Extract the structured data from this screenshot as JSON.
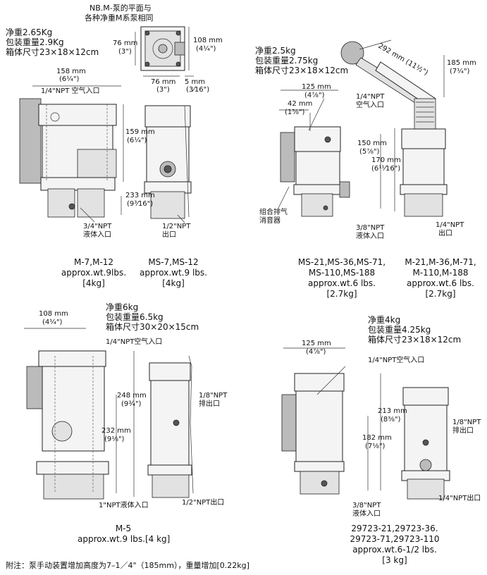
{
  "note_top": {
    "line1": "NB.M-泵的平面与",
    "line2": "各种净重M系泵相同"
  },
  "top_dims": {
    "d108": "108 mm",
    "d108_in": "(4¼\")",
    "d76v": "76 mm",
    "d76v_in": "(3\")",
    "d76h": "76 mm",
    "d76h_in": "(3\")",
    "d5": "5 mm",
    "d5_in": "(3⁄16\")"
  },
  "m7": {
    "weights": [
      "净重2.65Kg",
      "包装重量2.9Kg",
      "箱体尺寸23×18×12cm"
    ],
    "d158": "158 mm",
    "d158_in": "(6¼\")",
    "air": "1/4\"NPT 空气入口",
    "d159": "159 mm",
    "d159_in": "(6¼\")",
    "d233": "233 mm",
    "d233_in": "(9³⁄16\")",
    "liquid": [
      "3/4\"NPT",
      "液体入口"
    ],
    "outlet": [
      "1/2\"NPT",
      "出口"
    ],
    "caption_a": [
      "M-7,M-12",
      "approx.wt.9lbs.",
      "[4kg]"
    ],
    "caption_b": [
      "MS-7,MS-12",
      "approx.wt.9 lbs.",
      "[4kg]"
    ]
  },
  "ms21": {
    "weights": [
      "净重2.5kg",
      "包装重量2.75kg",
      "箱体尺寸23×18×12cm"
    ],
    "d292": "292 mm (11½\")",
    "d185": "185 mm",
    "d185_in": "(7¼\")",
    "d125": "125 mm",
    "d125_in": "(4⅞\")",
    "d42": "42 mm",
    "d42_in": "(1⅝\")",
    "air": [
      "1/4\"NPT",
      "空气入口"
    ],
    "d150": "150 mm",
    "d150_in": "(5⅞\")",
    "d170": "170 mm",
    "d170_in": "(6¹¹⁄16\")",
    "muffler": [
      "组合排气",
      "消音器"
    ],
    "liquid": [
      "3/8\"NPT",
      "液体入口"
    ],
    "outlet": [
      "1/4\"NPT",
      "出口"
    ],
    "caption_a": [
      "MS-21,MS-36,MS-71,",
      "MS-110,MS-188",
      "approx.wt.6 lbs.",
      "[2.7kg]"
    ],
    "caption_b": [
      "M-21,M-36,M-71,",
      "M-110,M-188",
      "approx.wt.6 lbs.",
      "[2.7kg]"
    ]
  },
  "m5": {
    "weights": [
      "净重6kg",
      "包装重量6.5kg",
      "箱体尺寸30×20×15cm"
    ],
    "d108": "108 mm",
    "d108_in": "(4¼\")",
    "air": "1/4\"NPT空气入口",
    "d248": "248 mm",
    "d248_in": "(9¾\")",
    "exhaust": [
      "1/8\"NPT",
      "排出口"
    ],
    "d232": "232 mm",
    "d232_in": "(9⅛\")",
    "liquid": "1\"NPT液体入口",
    "outlet": "1/2\"NPT出口",
    "caption": [
      "M-5",
      "approx.wt.9 lbs.[4 kg]"
    ]
  },
  "p29723": {
    "weights": [
      "净重4kg",
      "包装重量4.25kg",
      "箱体尺寸23×18×12cm"
    ],
    "d125": "125 mm",
    "d125_in": "(4⅞\")",
    "air": "1/4\"NPT空气入口",
    "d213": "213 mm",
    "d213_in": "(8⅜\")",
    "d182": "182 mm",
    "d182_in": "(7⅛\")",
    "exhaust": [
      "1/8\"NPT",
      "排出口"
    ],
    "liquid": [
      "3/8\"NPT",
      "液体入口"
    ],
    "outlet": "1/4\"NPT出口",
    "caption": [
      "29723-21,29723-36.",
      "29723-71,29723-110",
      "approx.wt.6-1/2 lbs.",
      "[3 kg]"
    ]
  },
  "footnote": "附注：泵手动装置增加高度为7–1／4\"（185mm），重量增加[0.22kg]"
}
